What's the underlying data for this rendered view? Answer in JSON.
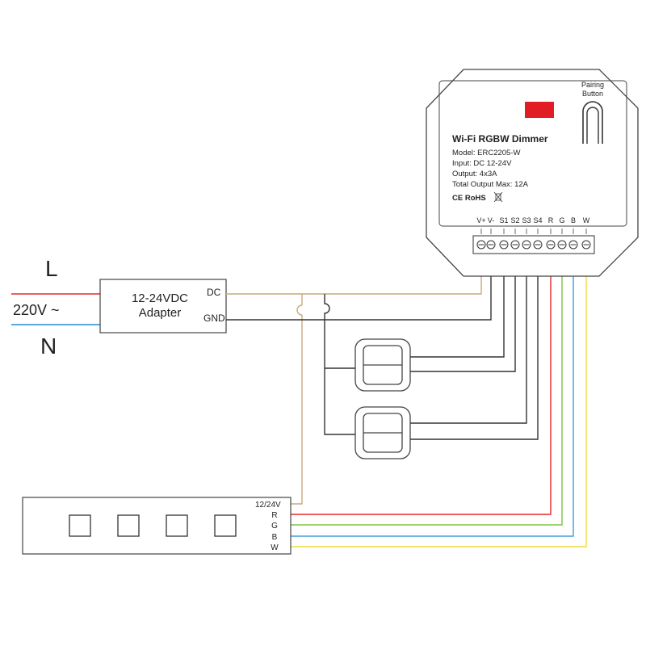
{
  "mains": {
    "live_label": "L",
    "voltage_label": "220V ~",
    "neutral_label": "N"
  },
  "adapter": {
    "line1": "12-24VDC",
    "line2": "Adapter",
    "dc_label": "DC",
    "gnd_label": "GND"
  },
  "dimmer": {
    "pairing_line1": "Pairing",
    "pairing_line2": "Button",
    "title": "Wi-Fi RGBW Dimmer",
    "specs": [
      "Model: ERC2205-W",
      "Input: DC 12-24V",
      "Output: 4x3A",
      "Total Output Max: 12A"
    ],
    "marks": "CE RoHS",
    "terminals": [
      "V+",
      "V-",
      "S1",
      "S2",
      "S3",
      "S4",
      "R",
      "G",
      "B",
      "W"
    ]
  },
  "strip": {
    "power_label": "12/24V",
    "channel_labels": [
      "R",
      "G",
      "B",
      "W"
    ]
  },
  "colors": {
    "live": "#e8262b",
    "neutral": "#1e90d8",
    "dc": "#c9a87a",
    "gnd": "#333333",
    "switch_wire": "#333333",
    "red_channel": "#e8262b",
    "green_channel": "#7dc242",
    "blue_channel": "#3f9fd8",
    "white_channel": "#f2dc3a",
    "indicator": "#e11c24"
  }
}
